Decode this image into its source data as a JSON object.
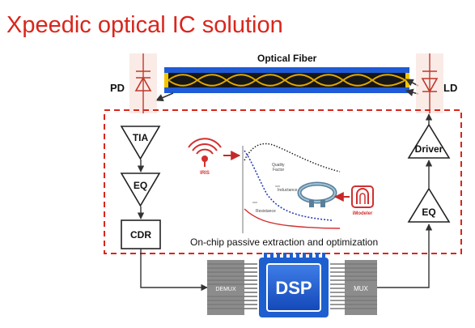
{
  "slide": {
    "title": "Xpeedic optical IC solution"
  },
  "diagram": {
    "fiber_label": "Optical Fiber",
    "pd_label": "PD",
    "ld_label": "LD",
    "tia_label": "TIA",
    "eq_left_label": "EQ",
    "cdr_label": "CDR",
    "driver_label": "Driver",
    "eq_right_label": "EQ",
    "demux_label": "DEMUX",
    "dsp_label": "DSP",
    "mux_label": "MUX",
    "inset": {
      "caption": "On-chip passive extraction and optimization",
      "iris_label": "IRIS",
      "imodeler_label": "iModeler",
      "quality_factor_label_1": "Quality",
      "quality_factor_label_2": "Factor",
      "inductance_label": "Inductance",
      "resistance_label": "Resistance"
    }
  },
  "colors": {
    "title_red": "#d9261c",
    "dashed_red": "#d9261c",
    "fiber_blue": "#1f5bd6",
    "fiber_core": "#1a1a1a",
    "dsp_blue": "#1e5fd0",
    "mux_gray": "#8c8c8c"
  }
}
